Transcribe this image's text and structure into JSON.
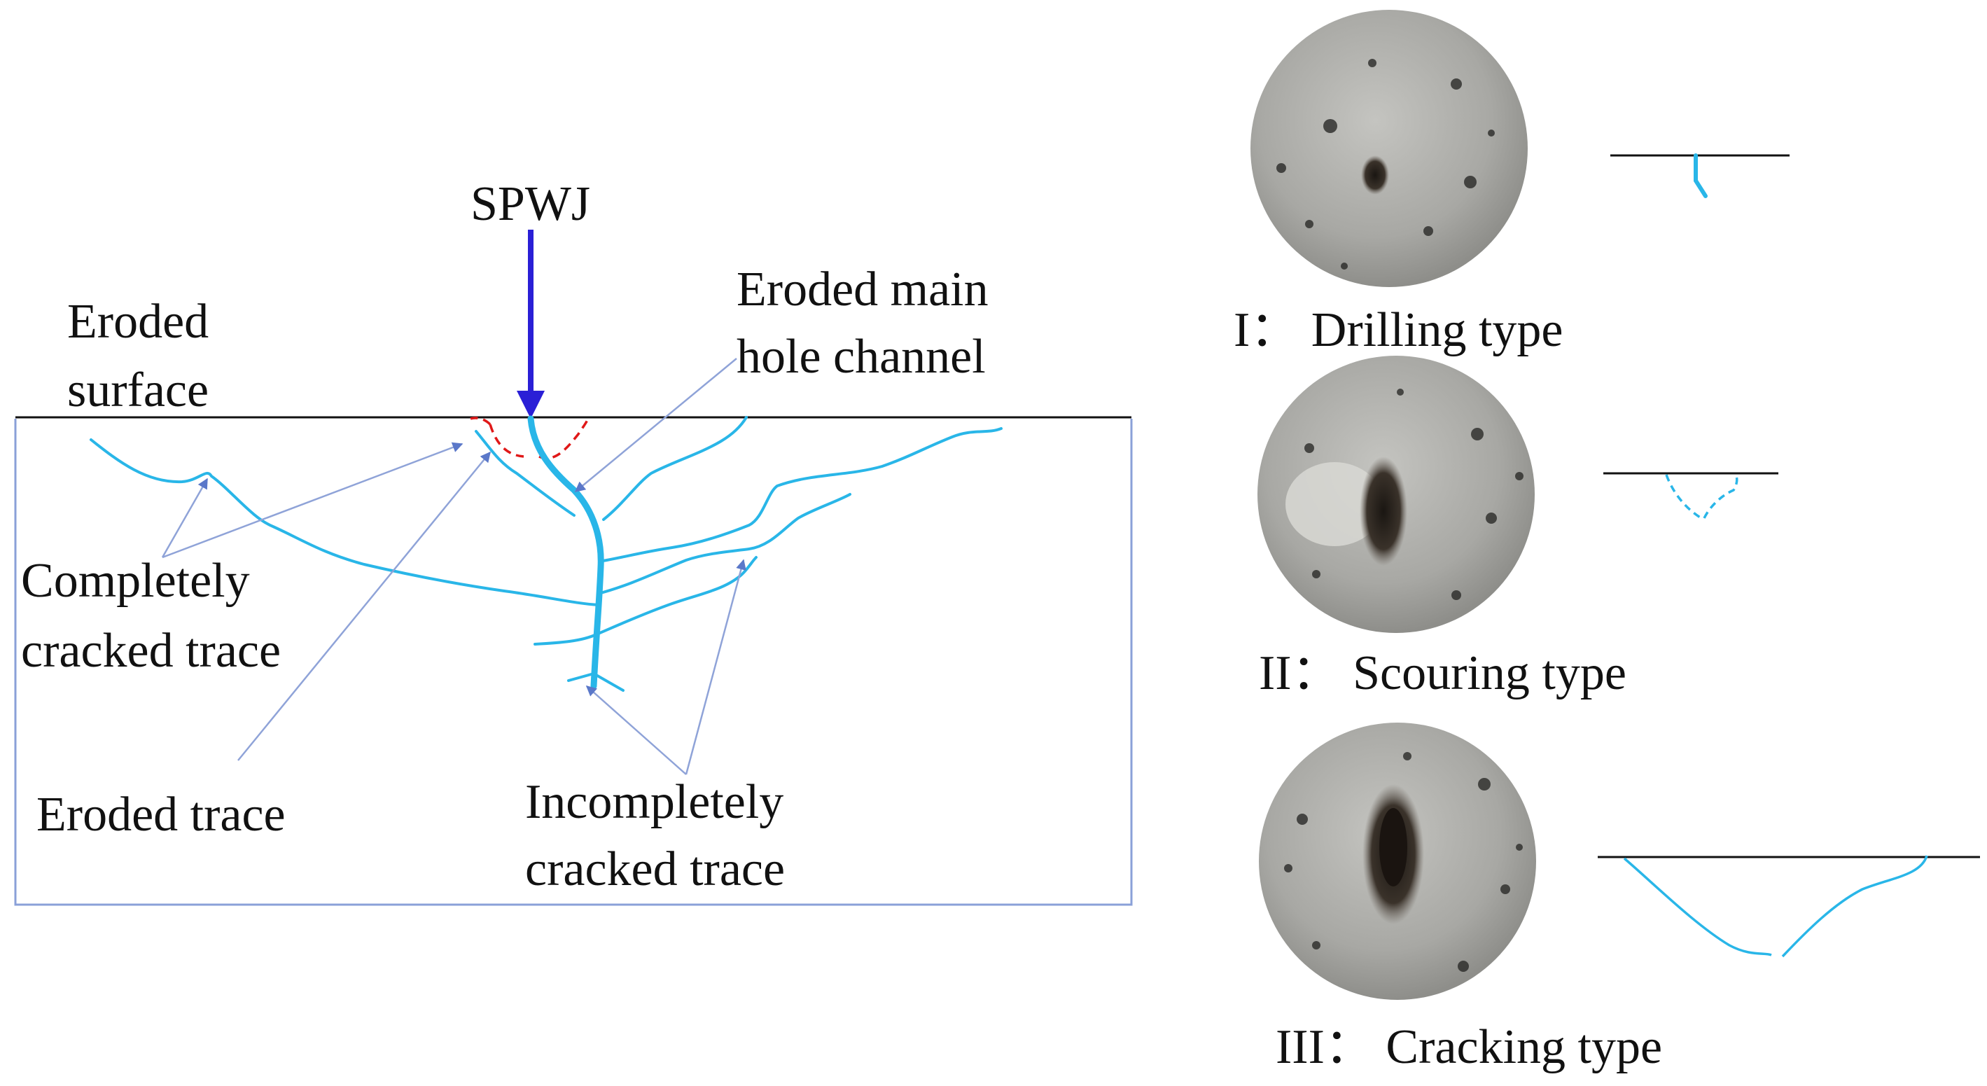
{
  "labels": {
    "spwj": "SPWJ",
    "eroded_surface": [
      "Eroded",
      "surface"
    ],
    "eroded_main_hole_channel": [
      "Eroded main",
      "hole channel"
    ],
    "completely_cracked_trace": [
      "Completely",
      "cracked trace"
    ],
    "eroded_trace": "Eroded trace",
    "incompletely_cracked_trace": [
      "Incompletely",
      "cracked trace"
    ]
  },
  "types": [
    {
      "label": "I： Drilling type"
    },
    {
      "label": "II： Scouring type"
    },
    {
      "label": "III： Cracking type"
    }
  ],
  "colors": {
    "crack": "#29b6e8",
    "jet_arrow": "#2a1fd6",
    "leader": "#8fa3d8",
    "frame": "#8aa0d8",
    "red_dash": "#e01818",
    "rock": "#a9a9a5"
  }
}
